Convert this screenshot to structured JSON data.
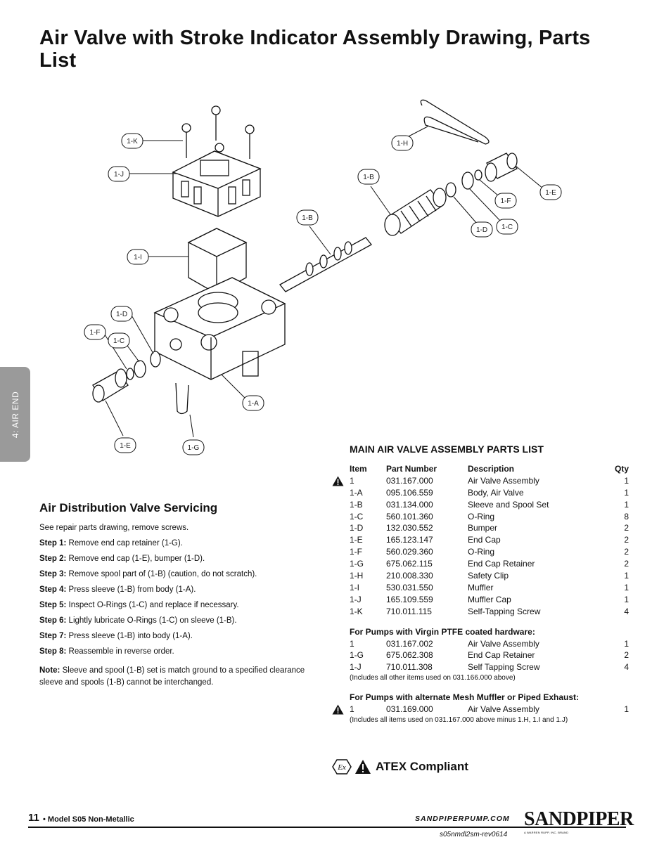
{
  "title": "Air Valve with Stroke Indicator Assembly Drawing, Parts List",
  "side_tab": "4: AIR END",
  "callouts": {
    "k": "1-K",
    "j": "1-J",
    "i": "1-I",
    "d1": "1-D",
    "f1": "1-F",
    "c1": "1-C",
    "e1": "1-E",
    "g": "1-G",
    "a": "1-A",
    "b1": "1-B",
    "b2": "1-B",
    "h": "1-H",
    "e2": "1-E",
    "f2": "1-F",
    "c2": "1-C",
    "d2": "1-D"
  },
  "servicing": {
    "heading": "Air Distribution Valve Servicing",
    "intro": "See repair parts drawing, remove screws.",
    "steps": [
      {
        "label": "Step 1:",
        "text": "Remove end cap retainer (1-G)."
      },
      {
        "label": "Step 2:",
        "text": "Remove end cap (1-E), bumper (1-D)."
      },
      {
        "label": "Step 3:",
        "text": "Remove spool part of (1-B) (caution, do not scratch)."
      },
      {
        "label": "Step 4:",
        "text": "Press sleeve (1-B) from body (1-A)."
      },
      {
        "label": "Step 5:",
        "text": "Inspect O-Rings (1-C) and replace if necessary."
      },
      {
        "label": "Step 6:",
        "text": "Lightly lubricate O-Rings (1-C) on sleeve (1-B)."
      },
      {
        "label": "Step 7:",
        "text": "Press sleeve (1-B) into body (1-A)."
      },
      {
        "label": "Step 8:",
        "text": "Reassemble in reverse order."
      }
    ],
    "note_label": "Note:",
    "note_text": "Sleeve and spool (1-B) set is match ground to a specified clearance sleeve and spools (1-B) cannot be interchanged."
  },
  "parts_list": {
    "title": "MAIN AIR VALVE ASSEMBLY PARTS LIST",
    "headers": {
      "item": "Item",
      "part": "Part Number",
      "desc": "Description",
      "qty": "Qty"
    },
    "rows": [
      {
        "item": "1",
        "part": "031.167.000",
        "desc": "Air Valve Assembly",
        "qty": "1",
        "atex": true
      },
      {
        "item": "1-A",
        "part": "095.106.559",
        "desc": "Body, Air Valve",
        "qty": "1"
      },
      {
        "item": "1-B",
        "part": "031.134.000",
        "desc": "Sleeve and Spool Set",
        "qty": "1"
      },
      {
        "item": "1-C",
        "part": "560.101.360",
        "desc": "O-Ring",
        "qty": "8"
      },
      {
        "item": "1-D",
        "part": "132.030.552",
        "desc": "Bumper",
        "qty": "2"
      },
      {
        "item": "1-E",
        "part": "165.123.147",
        "desc": "End Cap",
        "qty": "2"
      },
      {
        "item": "1-F",
        "part": "560.029.360",
        "desc": "O-Ring",
        "qty": "2"
      },
      {
        "item": "1-G",
        "part": "675.062.115",
        "desc": "End Cap Retainer",
        "qty": "2"
      },
      {
        "item": "1-H",
        "part": "210.008.330",
        "desc": "Safety Clip",
        "qty": "1"
      },
      {
        "item": "1-I",
        "part": "530.031.550",
        "desc": "Muffler",
        "qty": "1"
      },
      {
        "item": "1-J",
        "part": "165.109.559",
        "desc": "Muffler Cap",
        "qty": "1"
      },
      {
        "item": "1-K",
        "part": "710.011.115",
        "desc": "Self-Tapping Screw",
        "qty": "4"
      }
    ],
    "ptfe_heading": "For Pumps with Virgin PTFE coated hardware:",
    "ptfe_rows": [
      {
        "item": "1",
        "part": "031.167.002",
        "desc": "Air Valve Assembly",
        "qty": "1"
      },
      {
        "item": "1-G",
        "part": "675.062.308",
        "desc": "End Cap Retainer",
        "qty": "2"
      },
      {
        "item": "1-J",
        "part": "710.011.308",
        "desc": "Self Tapping Screw",
        "qty": "4"
      }
    ],
    "ptfe_note": "(Includes all other items used on 031.166.000 above)",
    "mesh_heading": "For Pumps with alternate Mesh Muffler or Piped Exhaust:",
    "mesh_rows": [
      {
        "item": "1",
        "part": "031.169.000",
        "desc": "Air Valve Assembly",
        "qty": "1",
        "atex": true
      }
    ],
    "mesh_note": "(Includes all items used on 031.167.000 above minus 1.H, 1.I and 1.J)"
  },
  "atex_label": "ATEX Compliant",
  "footer": {
    "page_number": "11",
    "model": "• Model S05 Non-Metallic",
    "url": "SANDPIPERPUMP.COM",
    "revision": "s05nmdl2sm-rev0614",
    "logo_text": "SANDPIPER",
    "logo_sub": "A WARREN RUPP, INC. BRAND"
  }
}
